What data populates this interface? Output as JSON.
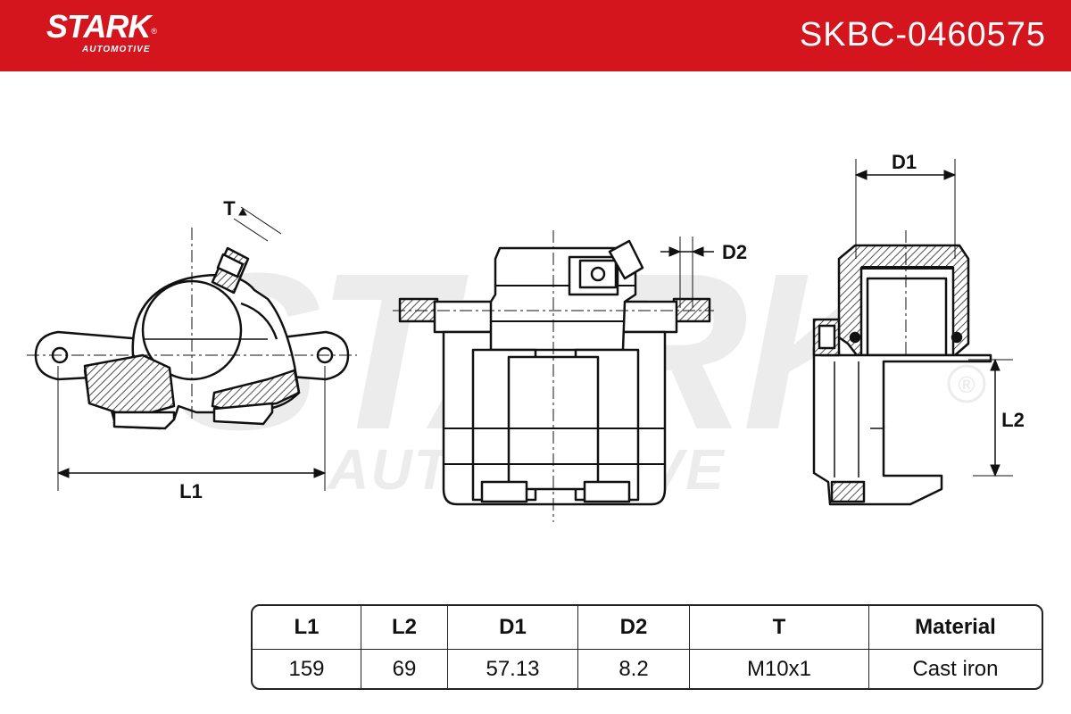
{
  "header": {
    "brand": "STARK",
    "brand_sub": "AUTOMOTIVE",
    "registered": "®",
    "part_number": "SKBC-0460575",
    "color": "#d5151e"
  },
  "watermark": {
    "line1": "STARK",
    "line2": "AUTOMOTIVE",
    "registered": "®"
  },
  "dimension_labels": {
    "t": "T",
    "l1": "L1",
    "d2": "D2",
    "d1": "D1",
    "l2": "L2"
  },
  "spec_table": {
    "headers": [
      "L1",
      "L2",
      "D1",
      "D2",
      "T",
      "Material"
    ],
    "values": [
      "159",
      "69",
      "57.13",
      "8.2",
      "M10x1",
      "Cast iron"
    ]
  }
}
